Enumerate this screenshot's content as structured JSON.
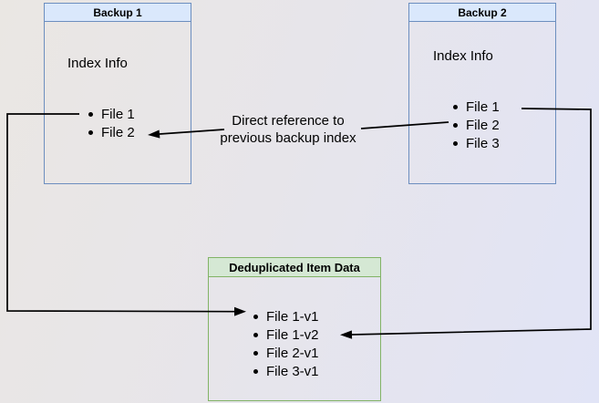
{
  "colors": {
    "blue_fill": "#dae8fc",
    "blue_border": "#6c8ebf",
    "green_fill": "#d5e8d4",
    "green_border": "#82b366",
    "line": "#000000",
    "bg_top_left": "#eae7e3",
    "bg_bottom_right": "#e1e4f6"
  },
  "boxes": {
    "backup1": {
      "title": "Backup 1",
      "subtitle": "Index Info",
      "items": [
        "File 1",
        "File 2"
      ]
    },
    "backup2": {
      "title": "Backup 2",
      "subtitle": "Index Info",
      "items": [
        "File 1",
        "File 2",
        "File 3"
      ]
    },
    "dedup": {
      "title": "Deduplicated Item Data",
      "items": [
        "File 1-v1",
        "File 1-v2",
        "File 2-v1",
        "File 3-v1"
      ]
    }
  },
  "edge_label": {
    "line1": "Direct reference to",
    "line2": "previous backup index"
  },
  "edges": [
    {
      "name": "backup1-file1-to-dedup-file1v1",
      "from": "Backup 1 / File 1",
      "to": "Deduplicated Item Data / File 1-v1"
    },
    {
      "name": "backup2-file2-to-backup1-file2",
      "from": "Backup 2 / File 2",
      "to": "Backup 1 / File 2",
      "label": "Direct reference to previous backup index"
    },
    {
      "name": "backup2-file1-to-dedup-file1v2",
      "from": "Backup 2 / File 1",
      "to": "Deduplicated Item Data / File 1-v2"
    }
  ]
}
